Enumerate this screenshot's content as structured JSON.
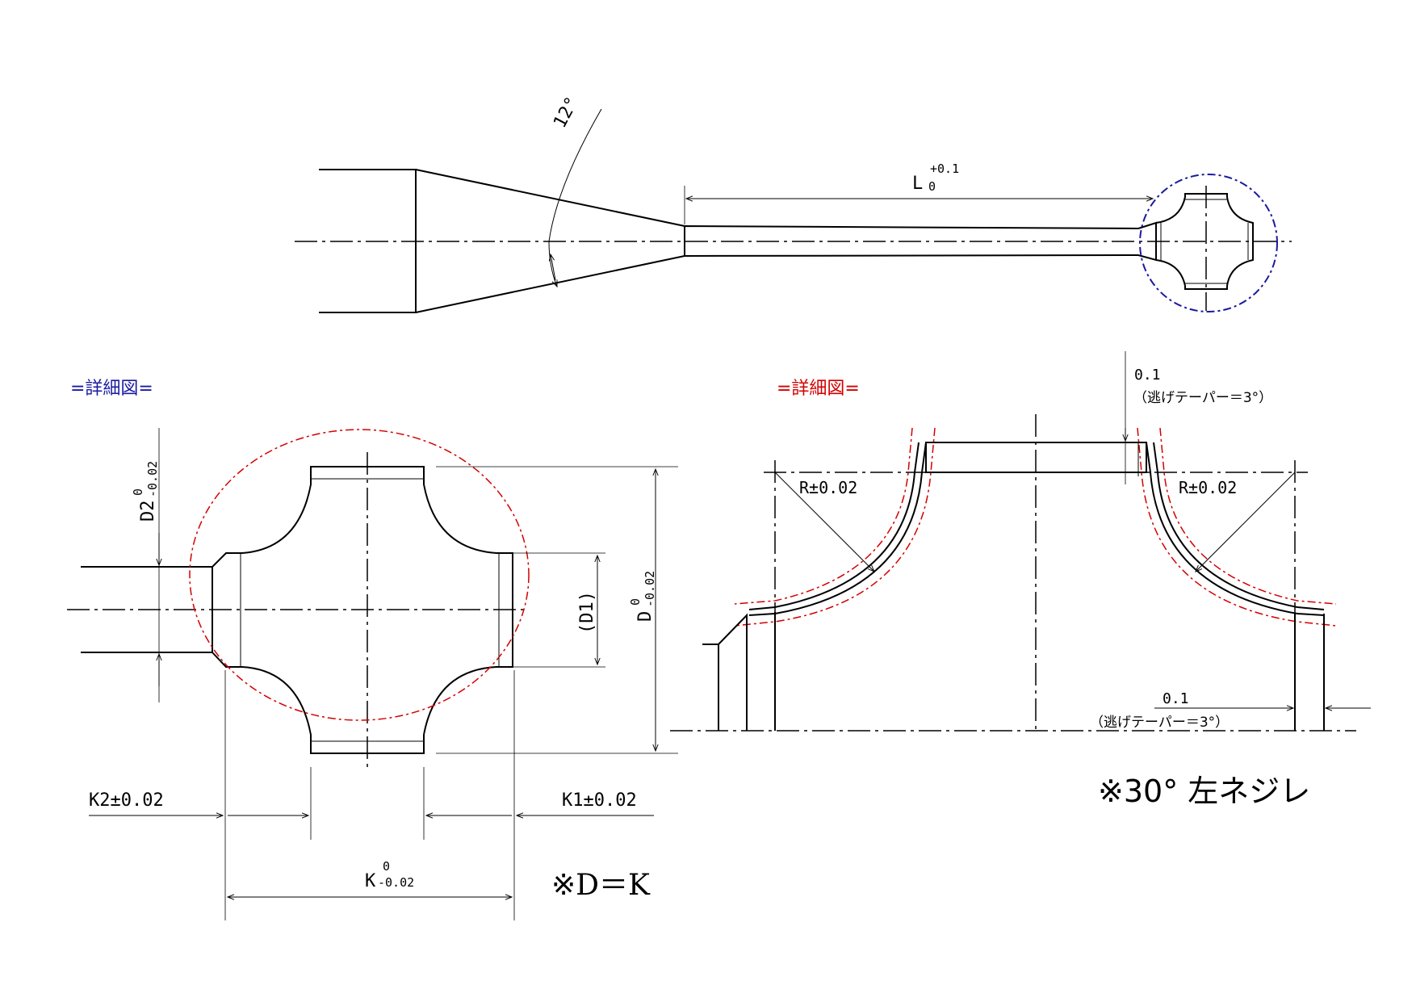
{
  "top_view": {
    "angle_label": "12°",
    "length_dim": {
      "base": "L",
      "upper": "+0.1",
      "lower": "0"
    }
  },
  "detail_left": {
    "title": "=詳細図=",
    "title_color": "#1a1aa0",
    "d2_dim": {
      "base": "D2",
      "upper": "0",
      "lower": "-0.02"
    },
    "d1_label": "(D1)",
    "d_dim": {
      "base": "D",
      "upper": "0",
      "lower": "-0.02"
    },
    "k2_label": "K2±0.02",
    "k1_label": "K1±0.02",
    "k_dim": {
      "base": "K",
      "upper": "0",
      "lower": "-0.02"
    },
    "note": "※D＝K"
  },
  "detail_right": {
    "title": "=詳細図=",
    "title_color": "#d40000",
    "top_relief": {
      "value": "0.1",
      "text": "（逃げテーパー＝3°）"
    },
    "radius_left": "R±0.02",
    "radius_right": "R±0.02",
    "bottom_relief": {
      "value": "0.1",
      "text": "（逃げテーパー＝3°）"
    },
    "note": "※30° 左ネジレ"
  }
}
